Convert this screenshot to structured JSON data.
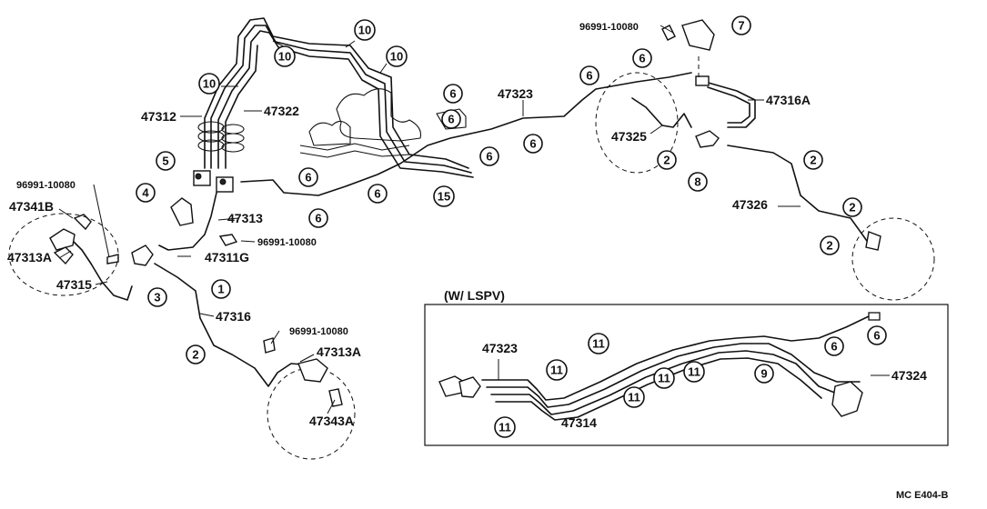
{
  "labels": {
    "p47312": "47312",
    "p47322": "47322",
    "p47323_top": "47323",
    "p47316A": "47316A",
    "p47325": "47325",
    "p47326": "47326",
    "p47313": "47313",
    "p47311G": "47311G",
    "p47341B": "47341B",
    "p47313A_left": "47313A",
    "p47315": "47315",
    "p47316": "47316",
    "p47313A_bottom": "47313A",
    "p47343A": "47343A",
    "p47323_inset": "47323",
    "p47314": "47314",
    "p47324": "47324",
    "code_top": "96991-10080",
    "code_left": "96991-10080",
    "code_mid": "96991-10080",
    "code_bottom": "96991-10080",
    "inset_title": "(W/ LSPV)",
    "ref": "MC  E404-B"
  },
  "callouts": {
    "c1": "1",
    "c2a": "2",
    "c2b": "2",
    "c2c": "2",
    "c2d": "2",
    "c2e": "2",
    "c3": "3",
    "c4": "4",
    "c5": "5",
    "c6a": "6",
    "c6b": "6",
    "c6c": "6",
    "c6d": "6",
    "c6e": "6",
    "c6f": "6",
    "c6g": "6",
    "c6h": "6",
    "c6i": "6",
    "c6j": "6",
    "c7": "7",
    "c8": "8",
    "c9": "9",
    "c10a": "10",
    "c10b": "10",
    "c10c": "10",
    "c10d": "10",
    "c11a": "11",
    "c11b": "11",
    "c11c": "11",
    "c11d": "11",
    "c11e": "11",
    "c11f": "11",
    "c15": "15"
  }
}
